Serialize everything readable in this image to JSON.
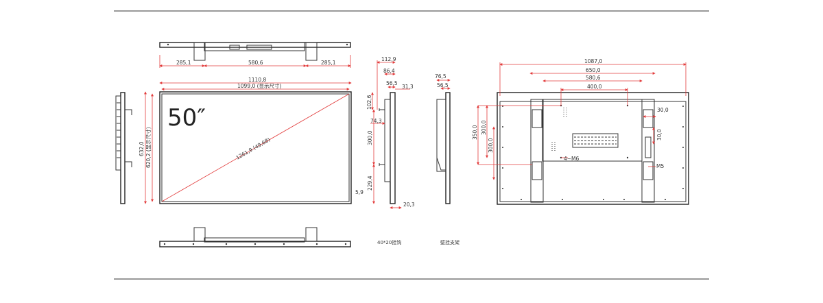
{
  "screen_size": "50″",
  "top_view": {
    "left": "285,1",
    "center": "580,6",
    "right": "285,1"
  },
  "front_view": {
    "outer_width": "1110,8",
    "inner_width": "1099,0 (显示尺寸)",
    "outer_height": "632,0",
    "inner_height": "620,2 (显示尺寸)",
    "diagonal": "1261,9 (49,68)",
    "bezel": "5,9"
  },
  "side_view": {
    "d1": "112,9",
    "d2": "86,4",
    "d3": "56,5",
    "d4": "31,3",
    "d5": "102,6",
    "d6": "74,3",
    "d7": "300,0",
    "d8": "229,4",
    "d9": "20,3",
    "caption": "40*20挂钩"
  },
  "wall_view": {
    "d1": "76,5",
    "d2": "56,5",
    "caption": "壁挂支架"
  },
  "rear_view": {
    "w1": "1087,0",
    "w2": "650,0",
    "w3": "580,6",
    "w4": "400,0",
    "h1": "350,0",
    "h2": "300,0",
    "h3": "300,0",
    "r1": "30,0",
    "r2": "30,0",
    "screws": "4~M6",
    "m5": "M5"
  }
}
